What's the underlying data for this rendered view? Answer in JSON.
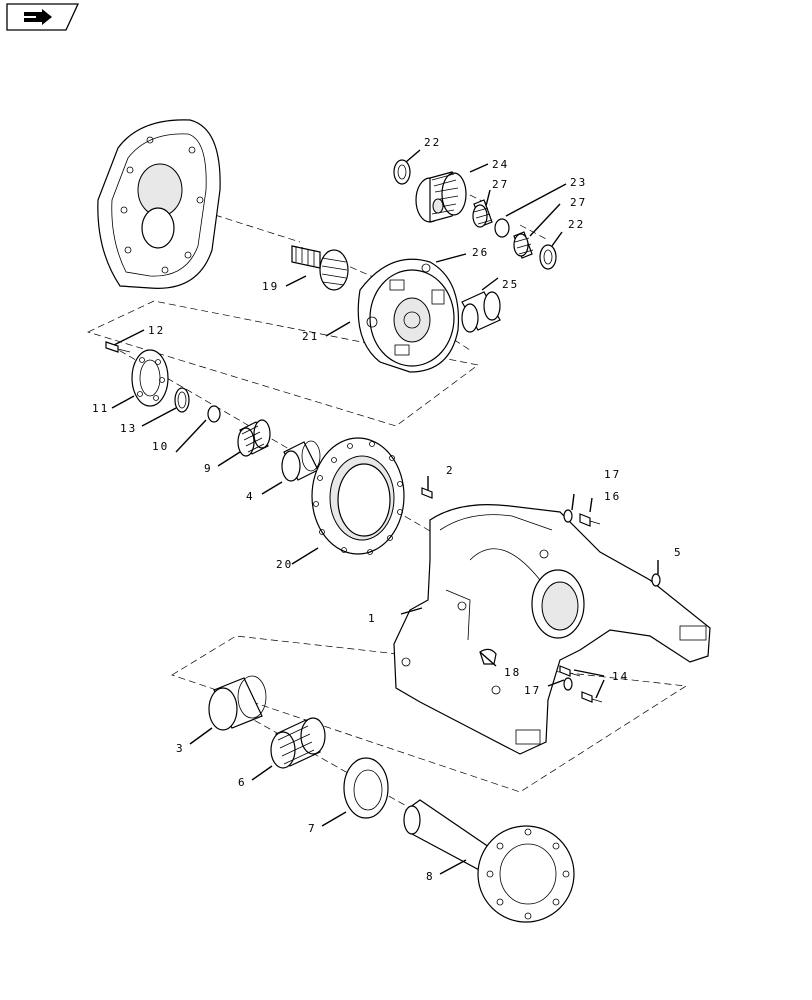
{
  "toolbar": {
    "icon": "next-page-arrow-icon"
  },
  "labels": {
    "l1": "1",
    "l2": "2",
    "l3": "3",
    "l4": "4",
    "l5": "5",
    "l6": "6",
    "l7": "7",
    "l8": "8",
    "l9": "9",
    "l10": "10",
    "l11": "11",
    "l12": "12",
    "l13": "13",
    "l14": "14",
    "l16": "16",
    "l17a": "17",
    "l17b": "17",
    "l18": "18",
    "l19": "19",
    "l20": "20",
    "l21": "21",
    "l22a": "22",
    "l22b": "22",
    "l23": "23",
    "l24": "24",
    "l25": "25",
    "l26": "26",
    "l27a": "27",
    "l27b": "27"
  }
}
